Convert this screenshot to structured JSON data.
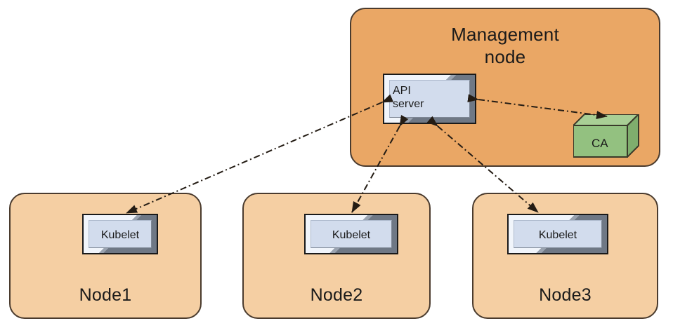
{
  "diagram": {
    "title_present": false,
    "background": "#ffffff",
    "colors": {
      "management_fill": "#eaa765",
      "node_fill": "#f5cfa3",
      "panel_stroke": "#4a3b2e",
      "component_face": "#d2dced",
      "component_frame": "#9aa3b0",
      "component_stroke": "#1a1a1a",
      "ca_top": "#a9cf95",
      "ca_front": "#93c180",
      "ca_side": "#7fae6d",
      "ca_stroke": "#3a3a2a",
      "link_stroke": "#241c14"
    }
  },
  "management": {
    "label_line1": "Management",
    "label_line2": "node",
    "api_server": {
      "label_line1": "API",
      "label_line2": "server"
    },
    "ca": {
      "label": "CA"
    }
  },
  "nodes": [
    {
      "label": "Node1",
      "component": "Kubelet"
    },
    {
      "label": "Node2",
      "component": "Kubelet"
    },
    {
      "label": "Node3",
      "component": "Kubelet"
    }
  ],
  "links": [
    {
      "from": "api-server",
      "to": "kubelet-node1",
      "style": "dash-dot",
      "arrows": "both"
    },
    {
      "from": "api-server",
      "to": "kubelet-node2",
      "style": "dash-dot",
      "arrows": "both"
    },
    {
      "from": "api-server",
      "to": "kubelet-node3",
      "style": "dash-dot",
      "arrows": "both"
    },
    {
      "from": "api-server",
      "to": "ca",
      "style": "dash-dot",
      "arrows": "both"
    }
  ]
}
